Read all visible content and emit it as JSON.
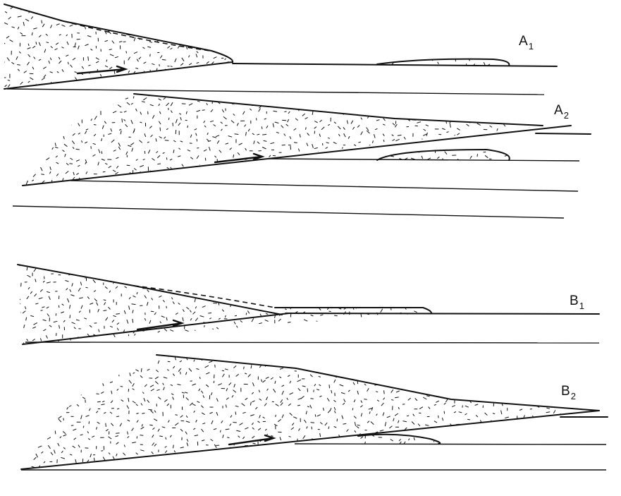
{
  "panels": [
    {
      "id": "a1",
      "label": "A",
      "sub": "1"
    },
    {
      "id": "a2",
      "label": "A",
      "sub": "2"
    },
    {
      "id": "b1",
      "label": "B",
      "sub": "1"
    },
    {
      "id": "b2",
      "label": "B",
      "sub": "2"
    }
  ],
  "colors": {
    "ink": "#111111",
    "background": "#ffffff"
  }
}
